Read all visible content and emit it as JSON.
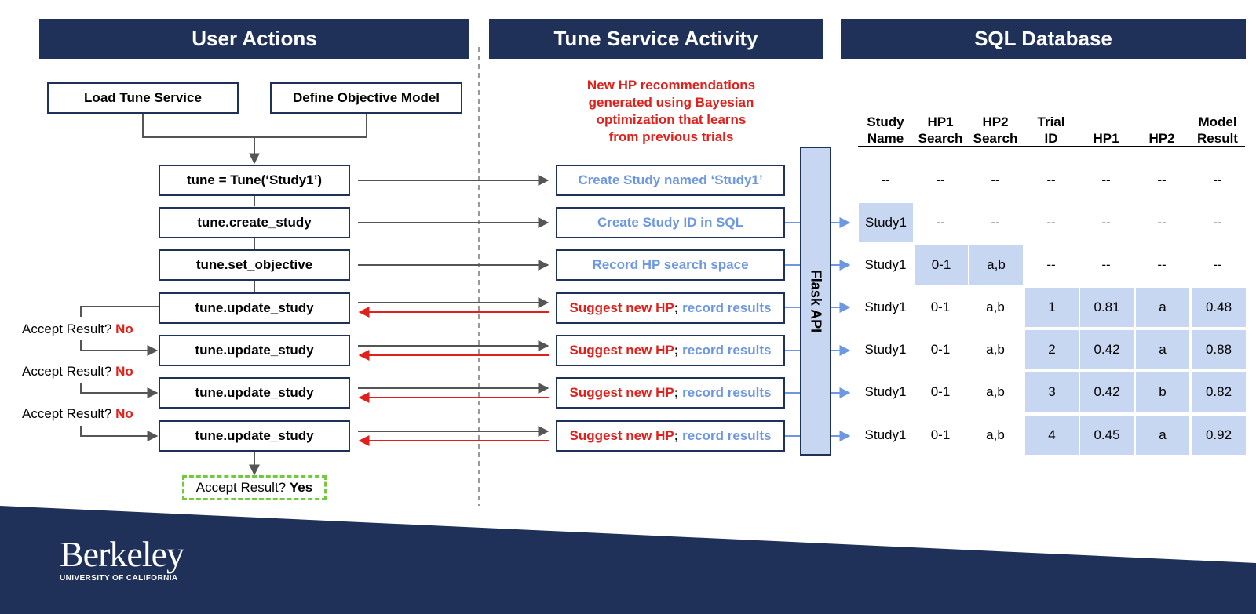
{
  "headers": {
    "user_actions": "User Actions",
    "tune_service": "Tune Service Activity",
    "sql_database": "SQL Database"
  },
  "user_boxes": {
    "load": "Load Tune Service",
    "define": "Define Objective Model"
  },
  "steps": [
    {
      "code": "tune = Tune(‘Study1’)",
      "activity": "Create Study named ‘Study1’"
    },
    {
      "code": "tune.create_study",
      "activity": "Create Study ID in SQL"
    },
    {
      "code": "tune.set_objective",
      "activity": "Record HP search space"
    },
    {
      "code": "tune.update_study",
      "activity_red": "Suggest new HP",
      "activity_sep": ";",
      "activity_blue": "record results"
    },
    {
      "code": "tune.update_study",
      "activity_red": "Suggest new HP",
      "activity_sep": ";",
      "activity_blue": "record results"
    },
    {
      "code": "tune.update_study",
      "activity_red": "Suggest new HP",
      "activity_sep": ";",
      "activity_blue": "record results"
    },
    {
      "code": "tune.update_study",
      "activity_red": "Suggest new HP",
      "activity_sep": ";",
      "activity_blue": "record results"
    }
  ],
  "accept": {
    "label": "Accept Result?",
    "no": "No",
    "yes": "Yes"
  },
  "note": [
    "New HP recommendations",
    "generated using Bayesian",
    "optimization that learns",
    "from previous trials"
  ],
  "flask": "Flask API",
  "table": {
    "columns": [
      [
        "Study",
        "Name"
      ],
      [
        "HP1",
        "Search"
      ],
      [
        "HP2",
        "Search"
      ],
      [
        "Trial",
        "ID"
      ],
      [
        "HP1"
      ],
      [
        "HP2"
      ],
      [
        "Model",
        "Result"
      ]
    ],
    "rows": [
      [
        "--",
        "--",
        "--",
        "--",
        "--",
        "--",
        "--"
      ],
      [
        "Study1",
        "--",
        "--",
        "--",
        "--",
        "--",
        "--"
      ],
      [
        "Study1",
        "0-1",
        "a,b",
        "--",
        "--",
        "--",
        "--"
      ],
      [
        "Study1",
        "0-1",
        "a,b",
        "1",
        "0.81",
        "a",
        "0.48"
      ],
      [
        "Study1",
        "0-1",
        "a,b",
        "2",
        "0.42",
        "a",
        "0.88"
      ],
      [
        "Study1",
        "0-1",
        "a,b",
        "3",
        "0.42",
        "b",
        "0.82"
      ],
      [
        "Study1",
        "0-1",
        "a,b",
        "4",
        "0.45",
        "a",
        "0.92"
      ]
    ]
  },
  "logo": {
    "wordmark": "Berkeley",
    "subtitle": "UNIVERSITY OF CALIFORNIA"
  },
  "colors": {
    "navy": "#1f3059",
    "accent_blue": "#6d97e0",
    "highlight": "#c7d7f2",
    "red": "#e0201b",
    "green": "#72c93c",
    "gray": "#555555"
  }
}
